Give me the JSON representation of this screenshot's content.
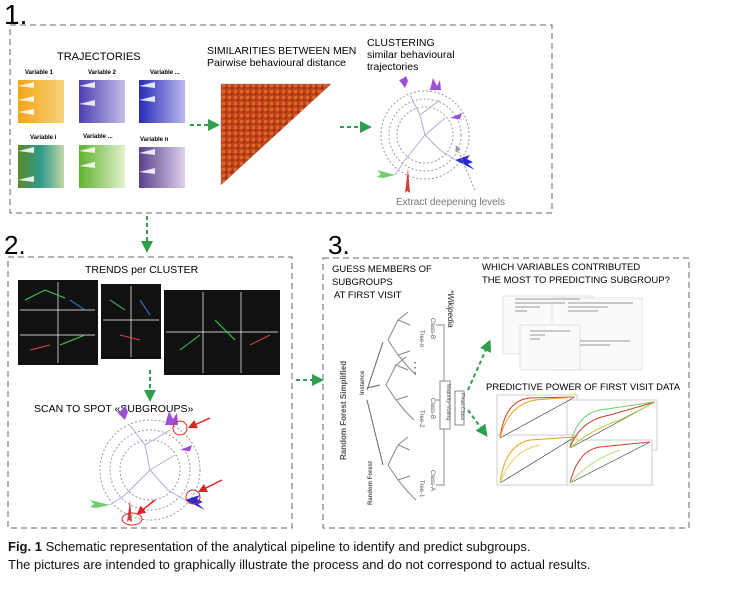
{
  "section1": {
    "number": "1.",
    "trajectories_title": "TRAJECTORIES",
    "variables": [
      "Variable 1",
      "Variable  2",
      "Variable  ...",
      "Variable  i",
      "Variable  ...",
      "Variable   n"
    ],
    "similarities_title": "SIMILARITIES BETWEEN MEN",
    "similarities_subtitle": "Pairwise behavioural distance",
    "clustering_title": "CLUSTERING",
    "clustering_sub1": "similar behavioural",
    "clustering_sub2": "trajectories",
    "extract_label": "Extract deepening levels"
  },
  "section2": {
    "number": "2.",
    "trends_title": "TRENDS per CLUSTER",
    "scan_title": "SCAN TO SPOT «SUBGROUPS»"
  },
  "section3": {
    "number": "3.",
    "guess_line1": "GUESS MEMBERS OF",
    "guess_line2": "SUBGROUPS",
    "guess_line3": "AT FIRST VISIT",
    "rf_simplified": "Random Forest Simplified",
    "rf_label": "Random Forest",
    "instance": "Instance",
    "trees": [
      "Tree-n",
      "Tree-2",
      "Tree-1"
    ],
    "classes": [
      "Class-B",
      "Class-B",
      "Class-A"
    ],
    "majority": "Majority-Voting",
    "final": "Final-Class",
    "source": "*Wikipedia",
    "which_line1": "WHICH VARIABLES CONTRIBUTED",
    "which_line2": "THE MOST TO PREDICTING SUBGROUP?",
    "predictive_title": "PREDICTIVE POWER OF FIRST VISIT DATA"
  },
  "caption": {
    "label": "Fig. 1",
    "line1": " Schematic representation of the analytical pipeline to identify and predict subgroups.",
    "line2": "The pictures are intended to graphically illustrate the process and do not correspond to actual results."
  },
  "colors": {
    "arrow": "#2e9e4f",
    "dash": "#666666",
    "heat": "#c0431a"
  }
}
